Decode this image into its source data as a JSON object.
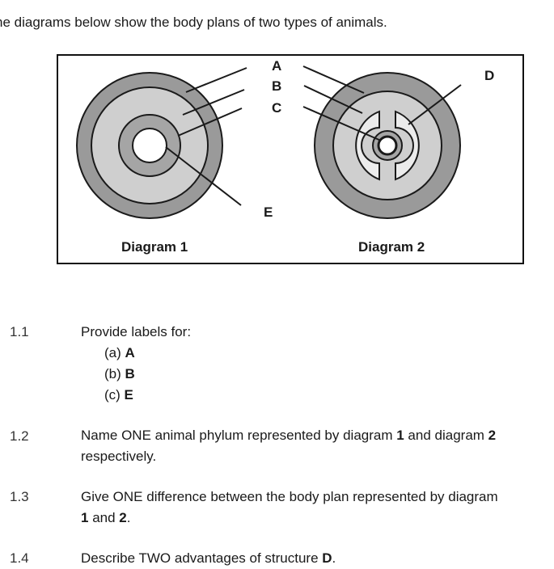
{
  "intro": "he diagrams below show the body plans of two types of animals.",
  "figure": {
    "labels": {
      "A": "A",
      "B": "B",
      "C": "C",
      "D": "D",
      "E": "E"
    },
    "captions": {
      "diagram1": "Diagram 1",
      "diagram2": "Diagram 2"
    },
    "colors": {
      "dark_ring": "#9a9a9a",
      "light_ring": "#cfcfcf",
      "pale": "#ececec",
      "outline": "#1a1a1a"
    }
  },
  "questions": [
    {
      "number": "1.1",
      "text": "Provide labels for:",
      "items": [
        {
          "prefix": "(a) ",
          "label": "A"
        },
        {
          "prefix": "(b) ",
          "label": "B"
        },
        {
          "prefix": "(c) ",
          "label": "E"
        }
      ]
    },
    {
      "number": "1.2",
      "text_parts": [
        "Name ONE animal phylum represented by diagram ",
        "1",
        " and diagram ",
        "2"
      ],
      "text_line2": "respectively."
    },
    {
      "number": "1.3",
      "text": "Give ONE difference between the body plan represented by diagram",
      "text_line2_parts": [
        "1",
        " and ",
        "2",
        "."
      ]
    },
    {
      "number": "1.4",
      "text_parts": [
        "Describe TWO advantages of structure ",
        "D",
        "."
      ]
    }
  ]
}
